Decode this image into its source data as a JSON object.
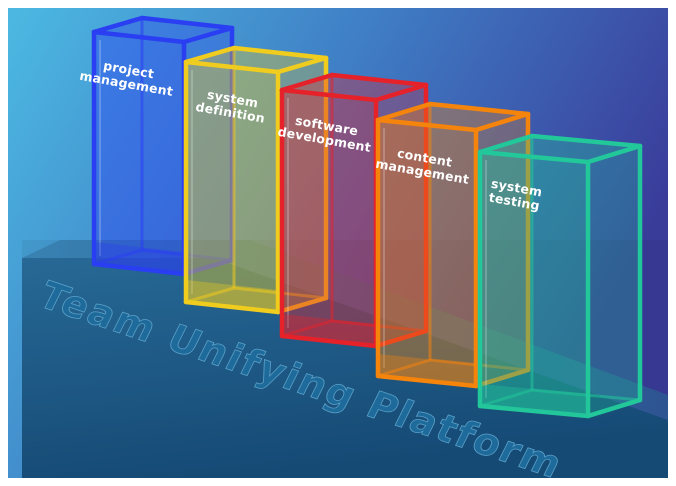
{
  "platform": {
    "label": "Team Unifying Platform"
  },
  "modules": [
    {
      "id": "project-management",
      "lines": [
        "project",
        "management"
      ],
      "color": "#2a3ef2"
    },
    {
      "id": "system-definition",
      "lines": [
        "system",
        "definition"
      ],
      "color": "#f0cc1e"
    },
    {
      "id": "software-development",
      "lines": [
        "software",
        "development"
      ],
      "color": "#e5222a"
    },
    {
      "id": "content-management",
      "lines": [
        "content",
        "management"
      ],
      "color": "#f5840c"
    },
    {
      "id": "system-testing",
      "lines": [
        "system",
        "testing"
      ],
      "color": "#22c79a"
    }
  ],
  "colors": {
    "background_left": "#46b3df",
    "background_right": "#3a3f9c",
    "platform_front": "#1d5d8a",
    "platform_top": "#2c6f9e"
  }
}
